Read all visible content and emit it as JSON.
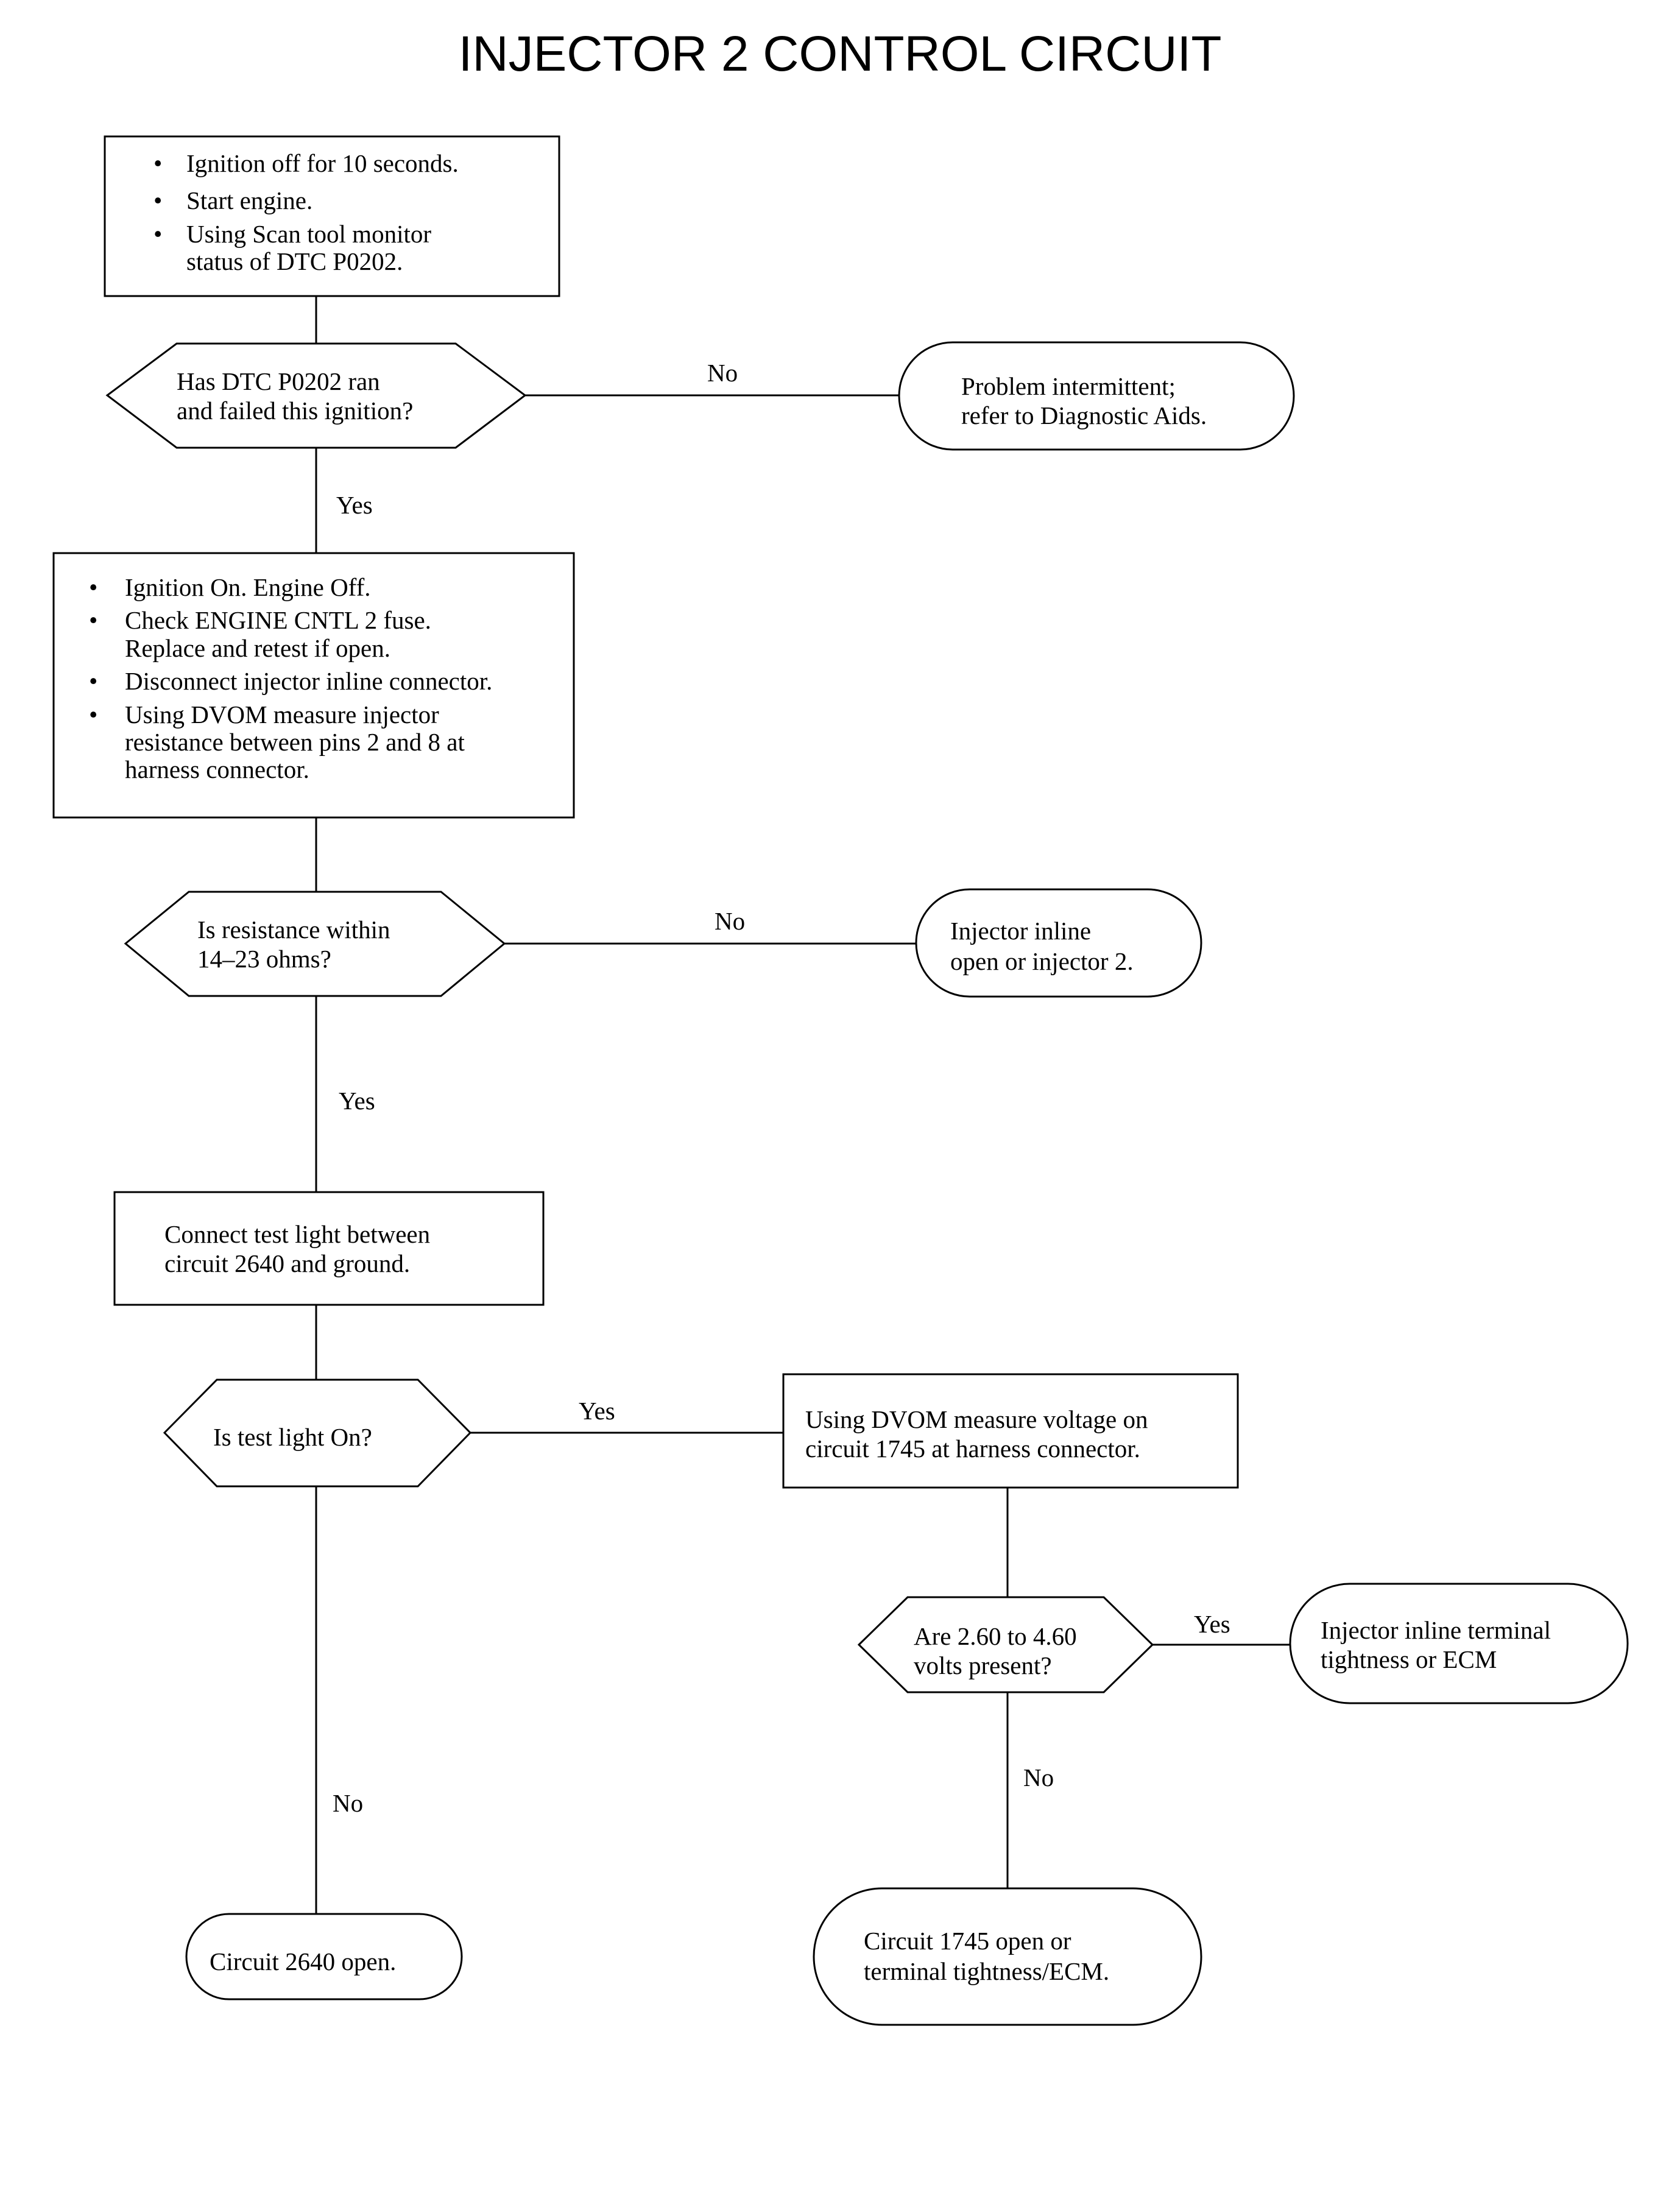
{
  "title": "INJECTOR 2 CONTROL CIRCUIT",
  "step1": {
    "bullets": [
      [
        "Ignition off for 10 seconds."
      ],
      [
        "Start engine."
      ],
      [
        "Using Scan tool monitor",
        "status of DTC P0202."
      ]
    ]
  },
  "decision1": {
    "lines": [
      "Has DTC P0202 ran",
      "and failed this ignition?"
    ],
    "no_label": "No",
    "yes_label": "Yes"
  },
  "terminal_intermittent": {
    "lines": [
      "Problem intermittent;",
      "refer to Diagnostic Aids."
    ]
  },
  "step2": {
    "bullets": [
      [
        "Ignition On. Engine Off."
      ],
      [
        "Check ENGINE CNTL 2 fuse.",
        "Replace and retest if open."
      ],
      [
        "Disconnect injector inline connector."
      ],
      [
        "Using DVOM measure injector",
        "resistance between pins 2 and 8 at",
        "harness connector."
      ]
    ]
  },
  "decision2": {
    "lines": [
      "Is resistance within",
      "14–23 ohms?"
    ],
    "no_label": "No",
    "yes_label": "Yes"
  },
  "terminal_injector_open": {
    "lines": [
      "Injector inline",
      "open or injector 2."
    ]
  },
  "step3": {
    "lines": [
      "Connect test light between",
      "circuit 2640 and ground."
    ]
  },
  "decision3": {
    "lines": [
      "Is test light On?"
    ],
    "yes_label": "Yes",
    "no_label": "No"
  },
  "step4": {
    "lines": [
      "Using DVOM measure voltage on",
      "circuit 1745 at harness connector."
    ]
  },
  "decision4": {
    "lines": [
      "Are 2.60 to 4.60",
      "volts present?"
    ],
    "yes_label": "Yes",
    "no_label": "No"
  },
  "terminal_terminal_tightness": {
    "lines": [
      "Injector inline terminal",
      "tightness or ECM"
    ]
  },
  "terminal_circuit2640": {
    "lines": [
      "Circuit 2640 open."
    ]
  },
  "terminal_circuit1745": {
    "lines": [
      "Circuit 1745 open or",
      "terminal tightness/ECM."
    ]
  }
}
